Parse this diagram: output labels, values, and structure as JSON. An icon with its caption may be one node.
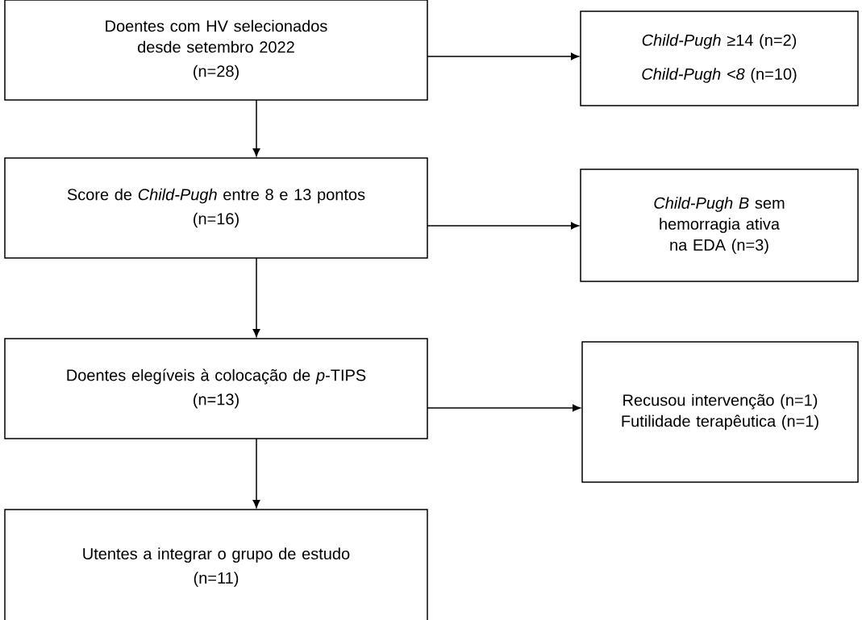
{
  "diagram": {
    "nodes": [
      {
        "text": [
          "Doentes com HV selecionados desde setembro 2022",
          "(n=28)"
        ]
      },
      {
        "text": [
          "*Child-Pugh* ≥14 (n=2)",
          "*Child-Pugh <8* (n=10)"
        ]
      },
      {
        "text": [
          "Score de *Child-Pugh* entre 8 e 13 pontos",
          "(n=16)"
        ]
      },
      {
        "text": [
          "*Child-Pugh B* sem hemorragia ativa na EDA (n=3)"
        ]
      },
      {
        "text": [
          "Doentes elegíveis à colocação de *p*-TIPS",
          "(n=13)"
        ]
      },
      {
        "text": [
          "Recusou intervenção (n=1)",
          "Futilidade terapêutica (n=1)"
        ]
      },
      {
        "text": [
          "Utentes a integrar o grupo de estudo",
          "(n=11)"
        ]
      }
    ],
    "edges": [
      {
        "from": 0,
        "to": 1,
        "arrow": "to"
      },
      {
        "from": 0,
        "to": 2,
        "arrow": "to"
      },
      {
        "from": 2,
        "to": 3,
        "arrow": "to"
      },
      {
        "from": 2,
        "to": 4,
        "arrow": "to"
      },
      {
        "from": 4,
        "to": 5,
        "arrow": "to"
      },
      {
        "from": 4,
        "to": 6,
        "arrow": "to"
      }
    ]
  }
}
